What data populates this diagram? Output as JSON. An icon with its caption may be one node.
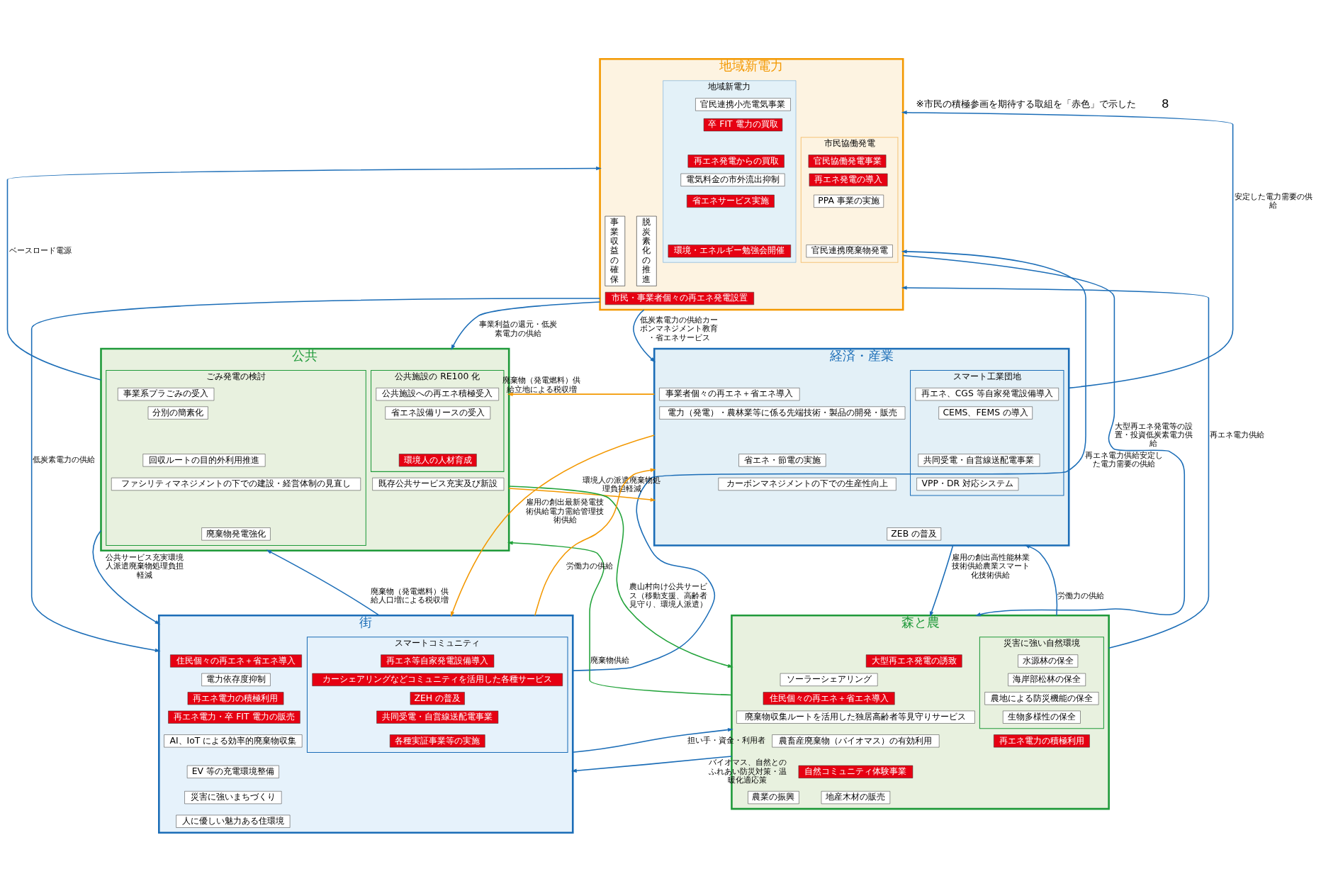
{
  "diagram": {
    "nodes": [
      {
        "text": [
          "地域新電力"
        ]
      },
      {
        "text": [
          "市民協働発電"
        ],
        "in": 0
      },
      {
        "text": [
          "官民協働発電事業"
        ],
        "in": 1
      },
      {
        "text": [
          "再エネ発電の導入"
        ],
        "in": 1
      },
      {
        "text": [
          "PPA 事業の実施"
        ],
        "in": 1
      },
      {
        "text": [
          "官民連携廃棄物発電"
        ],
        "in": 1
      },
      {
        "text": [
          "脱炭素化の推進"
        ],
        "in": 0
      },
      {
        "text": [
          "事業収益の確保"
        ],
        "in": 0
      },
      {
        "text": [
          "地域新電力"
        ],
        "in": 0
      },
      {
        "text": [
          "官民連携小売電気事業"
        ],
        "in": 8
      },
      {
        "text": [
          "卒 FIT 電力の買取"
        ],
        "in": 8
      },
      {
        "text": [
          "再エネ発電からの買取"
        ],
        "in": 8
      },
      {
        "text": [
          "電気料金の市外流出抑制"
        ],
        "in": 8
      },
      {
        "text": [
          "省エネサービス実施"
        ],
        "in": 8
      },
      {
        "text": [
          "環境・エネルギー勉強会開催"
        ],
        "in": 8
      },
      {
        "text": [
          "市民・事業者個々の再エネ発電設置"
        ],
        "in": 0
      },
      {
        "text": [
          "公共"
        ]
      },
      {
        "text": [
          "公共施設の RE100 化"
        ],
        "in": 16
      },
      {
        "text": [
          "公共施設への再エネ積極受入"
        ],
        "in": 17
      },
      {
        "text": [
          "省エネ設備リースの受入"
        ],
        "in": 17
      },
      {
        "text": [
          "環境人の人材育成"
        ],
        "in": 17
      },
      {
        "text": [
          "既存公共サービス充実及び新設"
        ],
        "in": 16
      },
      {
        "text": [
          "ごみ発電の検討"
        ],
        "in": 16
      },
      {
        "text": [
          "事業系プラごみの受入"
        ],
        "in": 22
      },
      {
        "text": [
          "分別の簡素化"
        ],
        "in": 22
      },
      {
        "text": [
          "回収ルートの目的外利用推進"
        ],
        "in": 22
      },
      {
        "text": [
          "ファシリティマネジメントの下での建設・経営体制の見直し"
        ],
        "in": 22
      },
      {
        "text": [
          "廃棄物発電強化"
        ],
        "in": 22
      },
      {
        "text": [
          "経済・産業"
        ]
      },
      {
        "text": [
          "事業者個々の再エネ＋省エネ導入"
        ],
        "in": 28
      },
      {
        "text": [
          "電力（発電）・農林業等に係る先端技術・製品の開発・販売"
        ],
        "in": 28
      },
      {
        "text": [
          "省エネ・節電の実施"
        ],
        "in": 28
      },
      {
        "text": [
          "カーボンマネジメントの下での生産性向上"
        ],
        "in": 28
      },
      {
        "text": [
          "ZEB の普及"
        ],
        "in": 28
      },
      {
        "text": [
          "スマート工業団地"
        ],
        "in": 28
      },
      {
        "text": [
          "再エネ、CGS 等自家発電設備導入"
        ],
        "in": 34
      },
      {
        "text": [
          "CEMS、FEMS の導入"
        ],
        "in": 34
      },
      {
        "text": [
          "共同受電・自営線送配電事業"
        ],
        "in": 34
      },
      {
        "text": [
          "VPP・DR 対応システム"
        ],
        "in": 34
      },
      {
        "text": [
          "街"
        ]
      },
      {
        "text": [
          "住民個々の再エネ＋省エネ導入"
        ],
        "in": 39
      },
      {
        "text": [
          "電力依存度抑制"
        ],
        "in": 39
      },
      {
        "text": [
          "再エネ電力の積極利用"
        ],
        "in": 39
      },
      {
        "text": [
          "再エネ電力・卒 FIT 電力の販売"
        ],
        "in": 39
      },
      {
        "text": [
          "AI、IoT による効率的廃棄物収集"
        ],
        "in": 39
      },
      {
        "text": [
          "EV 等の充電環境整備"
        ],
        "in": 39
      },
      {
        "text": [
          "災害に強いまちづくり"
        ],
        "in": 39
      },
      {
        "text": [
          "人に優しい魅力ある住環境"
        ],
        "in": 39
      },
      {
        "text": [
          "スマートコミュニティ"
        ],
        "in": 39
      },
      {
        "text": [
          "再エネ等自家発電設備導入"
        ],
        "in": 48
      },
      {
        "text": [
          "カーシェアリングなどコミュニティを活用した各種サービス"
        ],
        "in": 48
      },
      {
        "text": [
          "ZEH の普及"
        ],
        "in": 48
      },
      {
        "text": [
          "共同受電・自営線送配電事業"
        ],
        "in": 48
      },
      {
        "text": [
          "各種実証事業等の実施"
        ],
        "in": 48
      },
      {
        "text": [
          "森と農"
        ]
      },
      {
        "text": [
          "大型再エネ発電の誘致"
        ],
        "in": 54
      },
      {
        "text": [
          "ソーラーシェアリング"
        ],
        "in": 54
      },
      {
        "text": [
          "住民個々の再エネ＋省エネ導入"
        ],
        "in": 54
      },
      {
        "text": [
          "廃棄物収集ルートを活用した独居高齢者等見守りサービス"
        ],
        "in": 54
      },
      {
        "text": [
          "農畜産廃棄物（バイオマス）の有効利用"
        ],
        "in": 54
      },
      {
        "text": [
          "自然コミュニティ体験事業"
        ],
        "in": 54
      },
      {
        "text": [
          "地産木材の販売"
        ],
        "in": 54
      },
      {
        "text": [
          "農業の振興"
        ],
        "in": 54
      },
      {
        "text": [
          "災害に強い自然環境"
        ],
        "in": 54
      },
      {
        "text": [
          "水源林の保全"
        ],
        "in": 63
      },
      {
        "text": [
          "海岸部松林の保全"
        ],
        "in": 63
      },
      {
        "text": [
          "農地による防災機能の保全"
        ],
        "in": 63
      },
      {
        "text": [
          "生物多様性の保全"
        ],
        "in": 63
      },
      {
        "text": [
          "再エネ電力の積極利用"
        ],
        "in": 54
      }
    ],
    "edges": [
      {
        "from": 16,
        "to": 0,
        "arrow": "to",
        "label": "ベースロード電源"
      },
      {
        "from": 0,
        "to": 16,
        "arrow": "to",
        "label": "事業利益の還元・低炭素電力の供給"
      },
      {
        "from": 28,
        "to": 0,
        "arrow": "to",
        "label": "安定した電力需要の供給"
      },
      {
        "from": 0,
        "to": 28,
        "arrow": "to",
        "label": "低炭素電力の供給カーボンマネジメント教育・省エネサービス"
      },
      {
        "from": 28,
        "to": 16,
        "arrow": "to",
        "label": "廃棄物（発電燃料）供給立地による税収増",
        "color": "#f39800"
      },
      {
        "from": 16,
        "to": 28,
        "arrow": "to",
        "label": "環境人の派遣廃棄物処理負担軽減",
        "color": "#f39800"
      },
      {
        "from": 39,
        "to": 0,
        "arrow": "to",
        "label": "再エネ電力供給安定した電力需要の供給"
      },
      {
        "from": 0,
        "to": 39,
        "arrow": "to",
        "label": "低炭素電力の供給"
      },
      {
        "from": 0,
        "to": 54,
        "arrow": "to",
        "label": "大型再エネ発電等の設置・投資低炭素電力供給"
      },
      {
        "from": 54,
        "to": 0,
        "arrow": "to",
        "label": "再エネ電力供給"
      },
      {
        "from": 16,
        "to": 39,
        "arrow": "to",
        "label": "公共サービス充実環境人派遣廃棄物処理負担軽減"
      },
      {
        "from": 39,
        "to": 16,
        "arrow": "to",
        "label": "廃棄物（発電燃料）供給人口増による税収増"
      },
      {
        "from": 16,
        "to": 54,
        "arrow": "to",
        "label": "農山村向け公共サービス（移動支援、高齢者見守り、環境人派遣）",
        "color": "#22a33a"
      },
      {
        "from": 54,
        "to": 16,
        "arrow": "to",
        "label": "廃棄物供給",
        "color": "#22a33a"
      },
      {
        "from": 28,
        "to": 39,
        "arrow": "to",
        "label": "雇用の創出最新発電技術供給電力需給管理技術供給",
        "color": "#f39800"
      },
      {
        "from": 39,
        "to": 28,
        "arrow": "to",
        "label": "労働力の供給",
        "color": "#f39800"
      },
      {
        "from": 54,
        "to": 28,
        "arrow": "to",
        "label": "労働力の供給"
      },
      {
        "from": 28,
        "to": 54,
        "arrow": "to",
        "label": "雇用の創出高性能林業技術供給農業スマート化技術供給"
      },
      {
        "from": 39,
        "to": 54,
        "arrow": "to",
        "label": "担い手・資金・利用者"
      },
      {
        "from": 54,
        "to": 39,
        "arrow": "to",
        "label": "バイオマス、自然とのふれあい防災対策・温暖化適応策"
      }
    ],
    "labels": [
      "※市民の積極参画を期待する取組を「赤色」で示した",
      "8"
    ]
  }
}
